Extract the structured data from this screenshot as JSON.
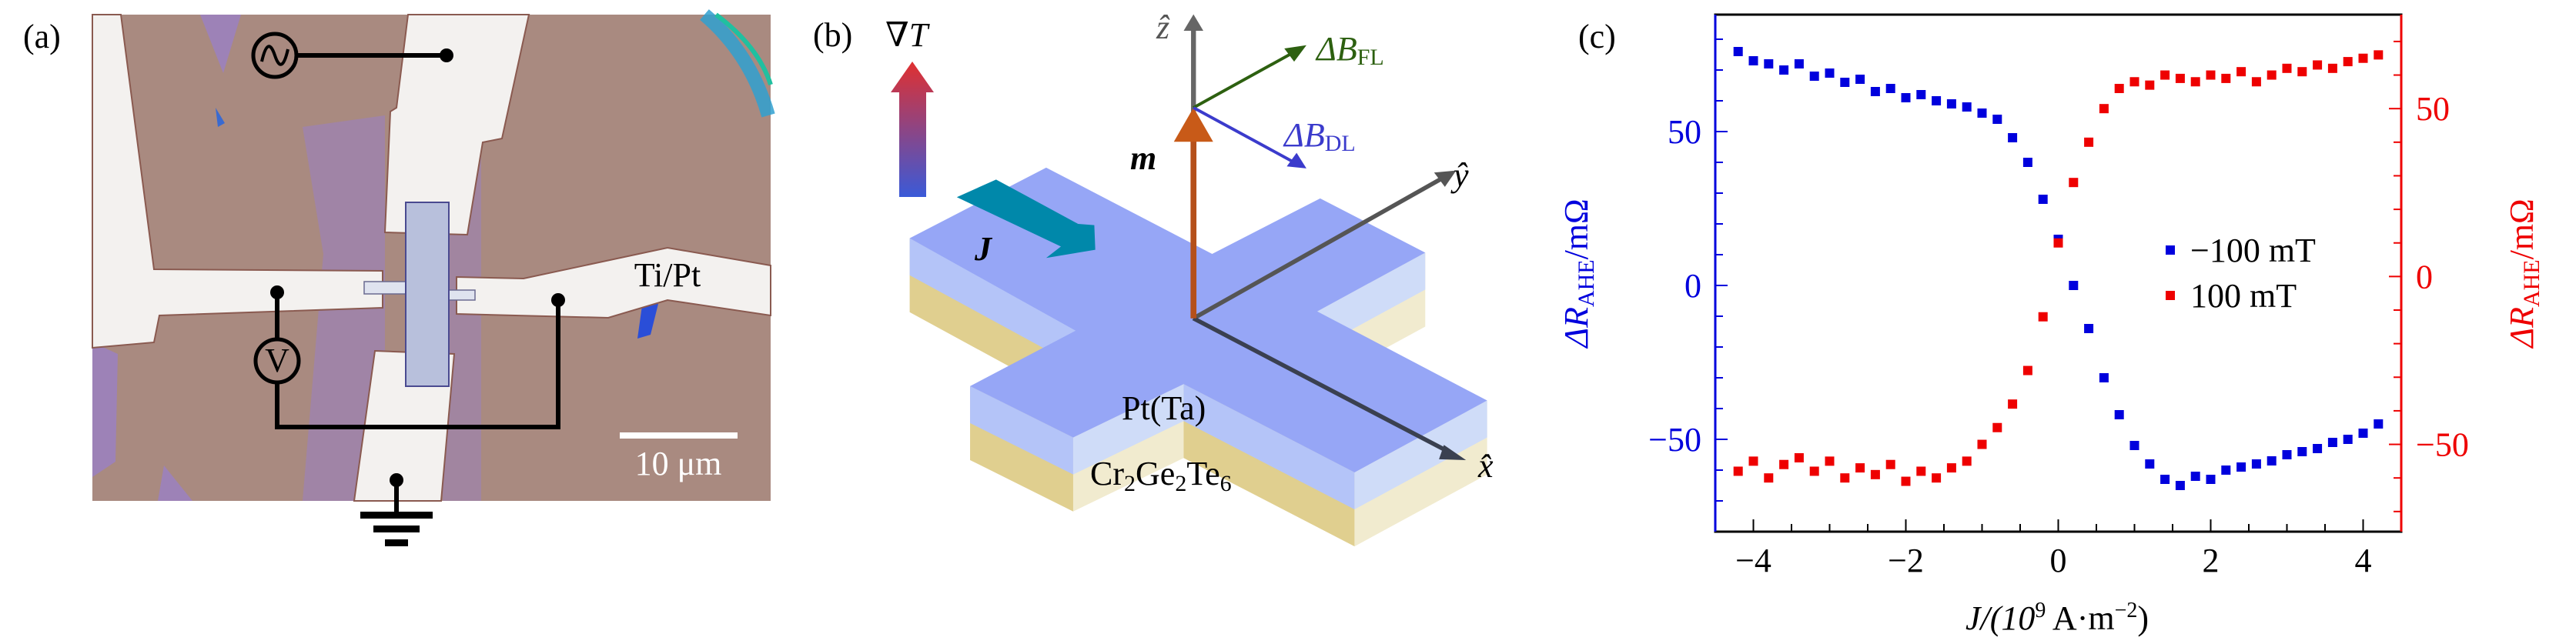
{
  "panel_a": {
    "label": "(a)",
    "electrode_label": "Ti/Pt",
    "scale_bar_label": "10 μm",
    "voltmeter_label": "V",
    "ac_source_symbol": "~"
  },
  "panel_b": {
    "label": "(b)",
    "gradient_label": "∇T",
    "z_axis_label": "ẑ",
    "y_axis_label": "ŷ",
    "x_axis_label": "x̂",
    "m_label": "m",
    "current_label": "J",
    "fl_label": {
      "main": "ΔB",
      "sub": "FL"
    },
    "dl_label": {
      "main": "ΔB",
      "sub": "DL"
    },
    "top_layer_label": "Pt(Ta)",
    "bottom_layer_label": {
      "p1": "Cr",
      "s1": "2",
      "p2": "Ge",
      "s2": "2",
      "p3": "Te",
      "s3": "6"
    },
    "colors": {
      "fl": "#2d6010",
      "dl": "#3b3bcc",
      "m": "#b5501a",
      "current": "#0088aa"
    }
  },
  "chart_data": {
    "panel_label": "(c)",
    "type": "scatter",
    "xlabel": {
      "main": "J/(10",
      "sup1": "9",
      "mid": " A·m",
      "sup2": "−2",
      "end": ")"
    },
    "ylabel_left": {
      "main": "ΔR",
      "sub": "AHE",
      "end": "/mΩ"
    },
    "ylabel_right": {
      "main": "ΔR",
      "sub": "AHE",
      "end": "/mΩ"
    },
    "xlim": [
      -4.5,
      4.5
    ],
    "ylim_left": [
      -80,
      88
    ],
    "ylim_right": [
      -76,
      78
    ],
    "x_ticks": [
      "−4",
      "−2",
      "0",
      "2",
      "4"
    ],
    "x_tick_values": [
      -4,
      -2,
      0,
      2,
      4
    ],
    "y_left_ticks": [
      "50",
      "0",
      "−50"
    ],
    "y_left_tick_values": [
      50,
      0,
      -50
    ],
    "y_right_ticks": [
      "50",
      "0",
      "−50"
    ],
    "y_right_tick_values": [
      50,
      0,
      -50
    ],
    "legend_position": "center-right",
    "series": [
      {
        "name": "−100 mT",
        "axis": "left",
        "color": "#0000dd",
        "x": [
          -4.2,
          -4.0,
          -3.8,
          -3.6,
          -3.4,
          -3.2,
          -3.0,
          -2.8,
          -2.6,
          -2.4,
          -2.2,
          -2.0,
          -1.8,
          -1.6,
          -1.4,
          -1.2,
          -1.0,
          -0.8,
          -0.6,
          -0.4,
          -0.2,
          0.0,
          0.2,
          0.4,
          0.6,
          0.8,
          1.0,
          1.2,
          1.4,
          1.6,
          1.8,
          2.0,
          2.2,
          2.4,
          2.6,
          2.8,
          3.0,
          3.2,
          3.4,
          3.6,
          3.8,
          4.0,
          4.2
        ],
        "y": [
          76,
          73,
          72,
          70,
          72,
          68,
          69,
          66,
          67,
          63,
          64,
          61,
          62,
          60,
          59,
          58,
          56,
          54,
          48,
          40,
          28,
          15,
          0,
          -14,
          -30,
          -42,
          -52,
          -58,
          -63,
          -65,
          -62,
          -63,
          -60,
          -59,
          -58,
          -57,
          -55,
          -54,
          -53,
          -51,
          -50,
          -48,
          -45
        ]
      },
      {
        "name": "100 mT",
        "axis": "right",
        "color": "#ee0000",
        "x": [
          -4.2,
          -4.0,
          -3.8,
          -3.6,
          -3.4,
          -3.2,
          -3.0,
          -2.8,
          -2.6,
          -2.4,
          -2.2,
          -2.0,
          -1.8,
          -1.6,
          -1.4,
          -1.2,
          -1.0,
          -0.8,
          -0.6,
          -0.4,
          -0.2,
          0.0,
          0.2,
          0.4,
          0.6,
          0.8,
          1.0,
          1.2,
          1.4,
          1.6,
          1.8,
          2.0,
          2.2,
          2.4,
          2.6,
          2.8,
          3.0,
          3.2,
          3.4,
          3.6,
          3.8,
          4.0,
          4.2
        ],
        "y": [
          -58,
          -55,
          -60,
          -56,
          -54,
          -58,
          -55,
          -60,
          -57,
          -59,
          -56,
          -61,
          -58,
          -60,
          -57,
          -55,
          -50,
          -45,
          -38,
          -28,
          -12,
          10,
          28,
          40,
          50,
          56,
          58,
          57,
          60,
          59,
          58,
          60,
          59,
          61,
          58,
          60,
          62,
          61,
          63,
          62,
          64,
          65,
          66
        ]
      }
    ]
  }
}
